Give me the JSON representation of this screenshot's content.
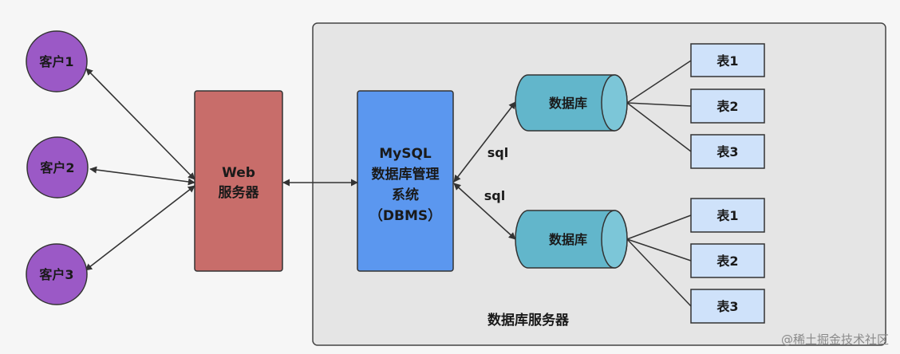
{
  "clients": [
    {
      "label": "客户1"
    },
    {
      "label": "客户2"
    },
    {
      "label": "客户3"
    }
  ],
  "web_server": {
    "line1": "Web",
    "line2": "服务器"
  },
  "db_server_box": {
    "label": "数据库服务器"
  },
  "dbms": {
    "line1": "MySQL",
    "line2": "数据库管理",
    "line3": "系统",
    "line4": "（DBMS）"
  },
  "sql_labels": [
    "sql",
    "sql"
  ],
  "databases": [
    {
      "label": "数据库",
      "tables": [
        "表1",
        "表2",
        "表3"
      ]
    },
    {
      "label": "数据库",
      "tables": [
        "表1",
        "表2",
        "表3"
      ]
    }
  ],
  "watermark": "@稀土掘金技术社区",
  "colors": {
    "client": "#9b59c6",
    "web_server": "#c86d6a",
    "dbms": "#5b97ef",
    "database": "#62b6cb",
    "table": "#cfe2fa",
    "server_box": "#e5e5e5"
  }
}
